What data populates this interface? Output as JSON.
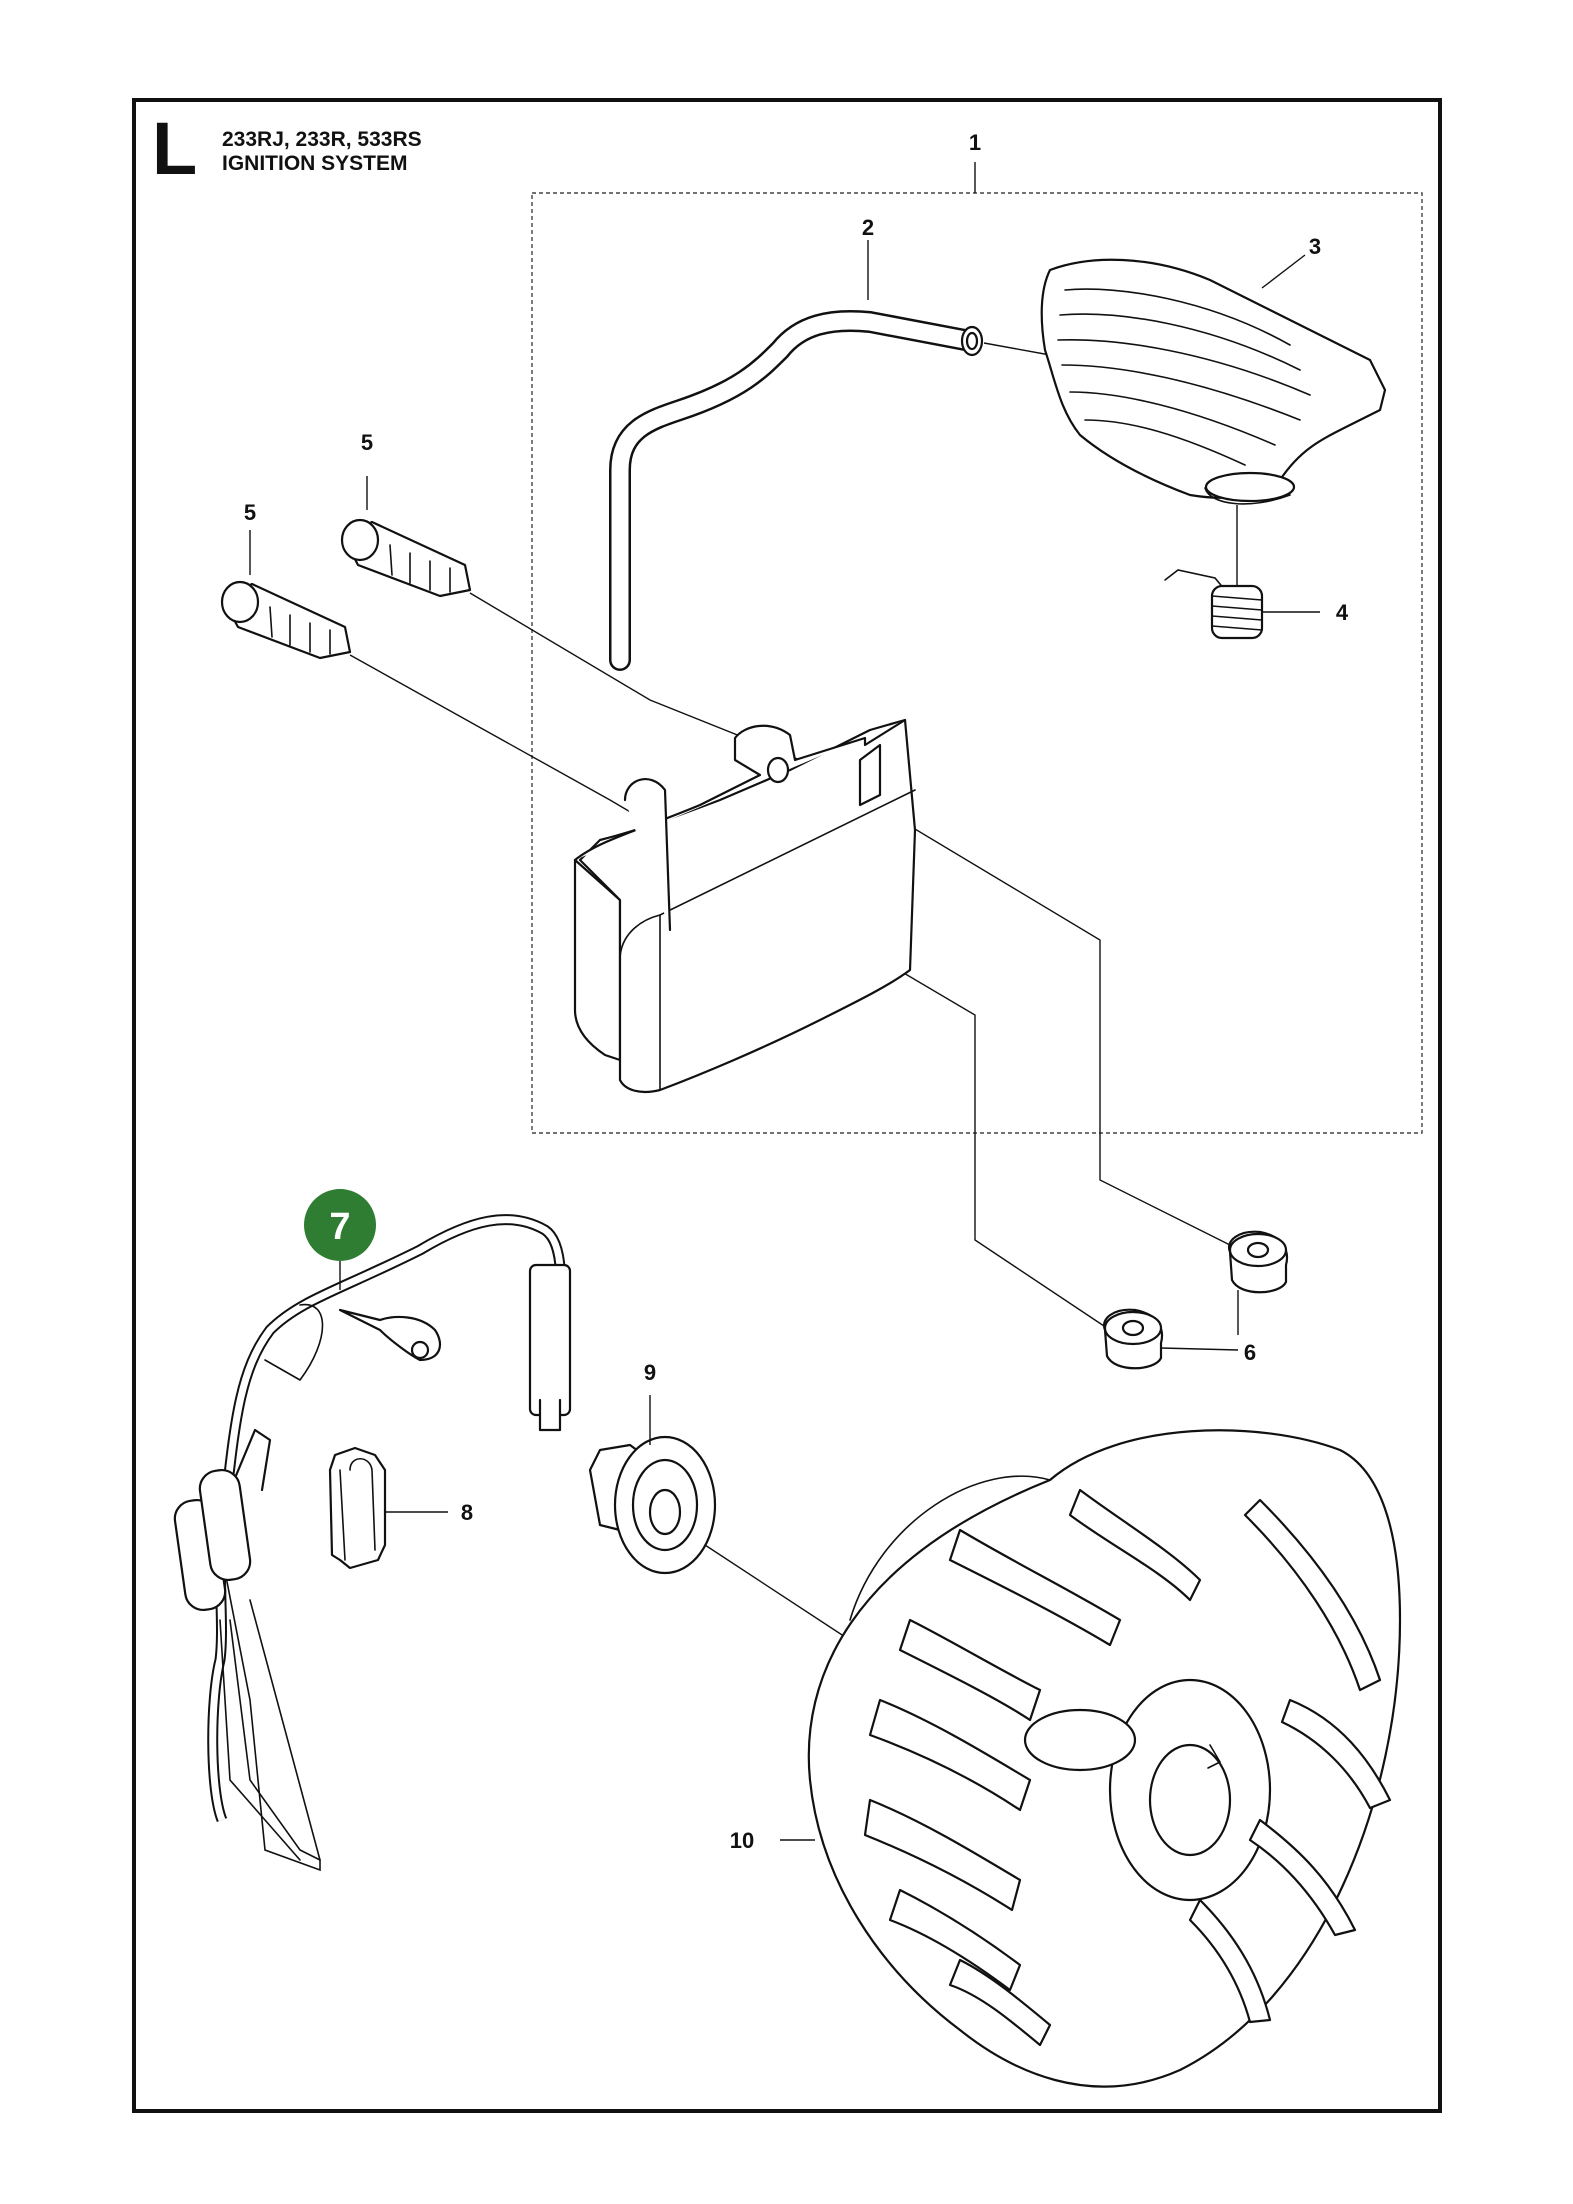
{
  "header": {
    "section_letter": "L",
    "models": "233RJ, 233R, 533RS",
    "title": "IGNITION SYSTEM"
  },
  "callouts": [
    {
      "id": "1",
      "label": "1"
    },
    {
      "id": "2",
      "label": "2"
    },
    {
      "id": "3",
      "label": "3"
    },
    {
      "id": "4",
      "label": "4"
    },
    {
      "id": "5a",
      "label": "5"
    },
    {
      "id": "5b",
      "label": "5"
    },
    {
      "id": "6",
      "label": "6"
    },
    {
      "id": "7",
      "label": "7"
    },
    {
      "id": "8",
      "label": "8"
    },
    {
      "id": "9",
      "label": "9"
    },
    {
      "id": "10",
      "label": "10"
    }
  ],
  "highlight": {
    "part": "7",
    "color": "#2e7d32"
  },
  "icons": {
    "ignition_module": "ignition-coil-icon",
    "hv_lead": "hv-cable-icon",
    "spark_cap": "spark-plug-cap-icon",
    "spring": "spring-icon",
    "screws": "screw-icon",
    "spacers": "washer-icon",
    "cable_harness": "cable-harness-icon",
    "cable_clip": "cable-clip-icon",
    "nut": "flange-nut-icon",
    "flywheel": "flywheel-icon"
  }
}
